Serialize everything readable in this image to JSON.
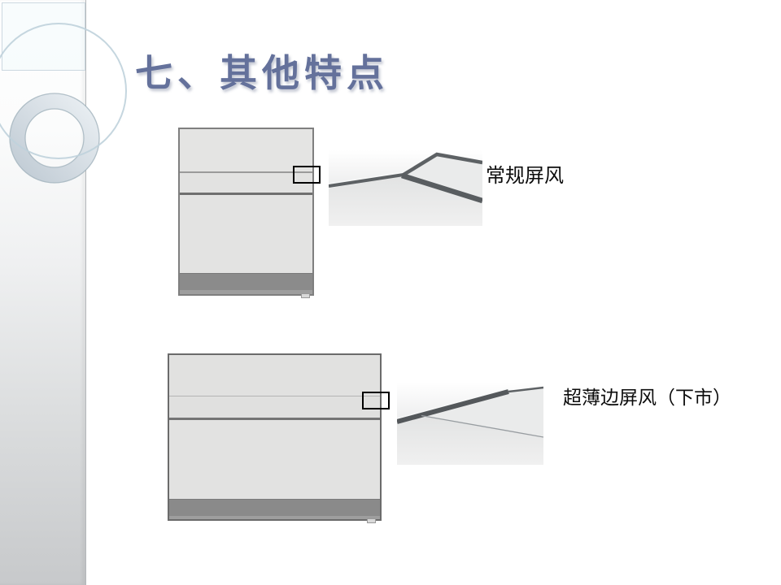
{
  "slide": {
    "title": "七、其他特点"
  },
  "figures": [
    {
      "id": "regular-screen",
      "label": "常规屏风"
    },
    {
      "id": "ultra-thin-edge-screen",
      "label": "超薄边屏风（下市）"
    }
  ],
  "theme": {
    "title_color": "#64719B",
    "caption_color": "#0C0C0C",
    "panel_fill": "#E3E3E2",
    "panel_border": "#7F7F7F",
    "panel_dark_band": "#8B8B8B",
    "callout_border": "#000000",
    "decor_ring_fill": "#CBD5DD",
    "decor_circle_outline": "#BFD2DC",
    "strip_gradient_bottom": "#C7C9CB"
  }
}
